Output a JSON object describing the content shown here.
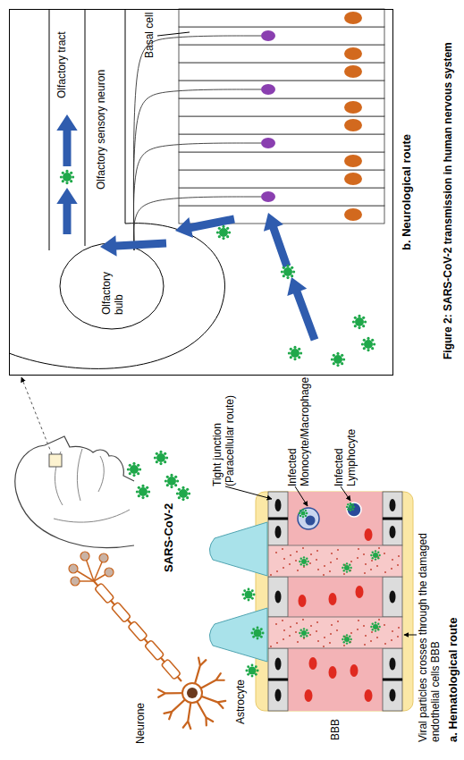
{
  "diagram": {
    "caption": "Figure 2: SARS-CoV-2 transmission in human nervous system",
    "nodes": [
      {
        "text": [
          "b. Neurological route"
        ]
      }
    ],
    "labels": [
      "SARS-CoV-2",
      "Neurone",
      "Astrocyte",
      "BBB",
      "Tight junction (Paracellular route)",
      "Infected Monocyte/Macrophage",
      "Infected Lymphocyte",
      "Viral particles crosses through the damaged endothelial cells BBB",
      "a. Hematological route",
      "Olfactory bulb",
      "Olfactory tract",
      "Olfactory sensory neuron",
      "Basal cell"
    ]
  }
}
